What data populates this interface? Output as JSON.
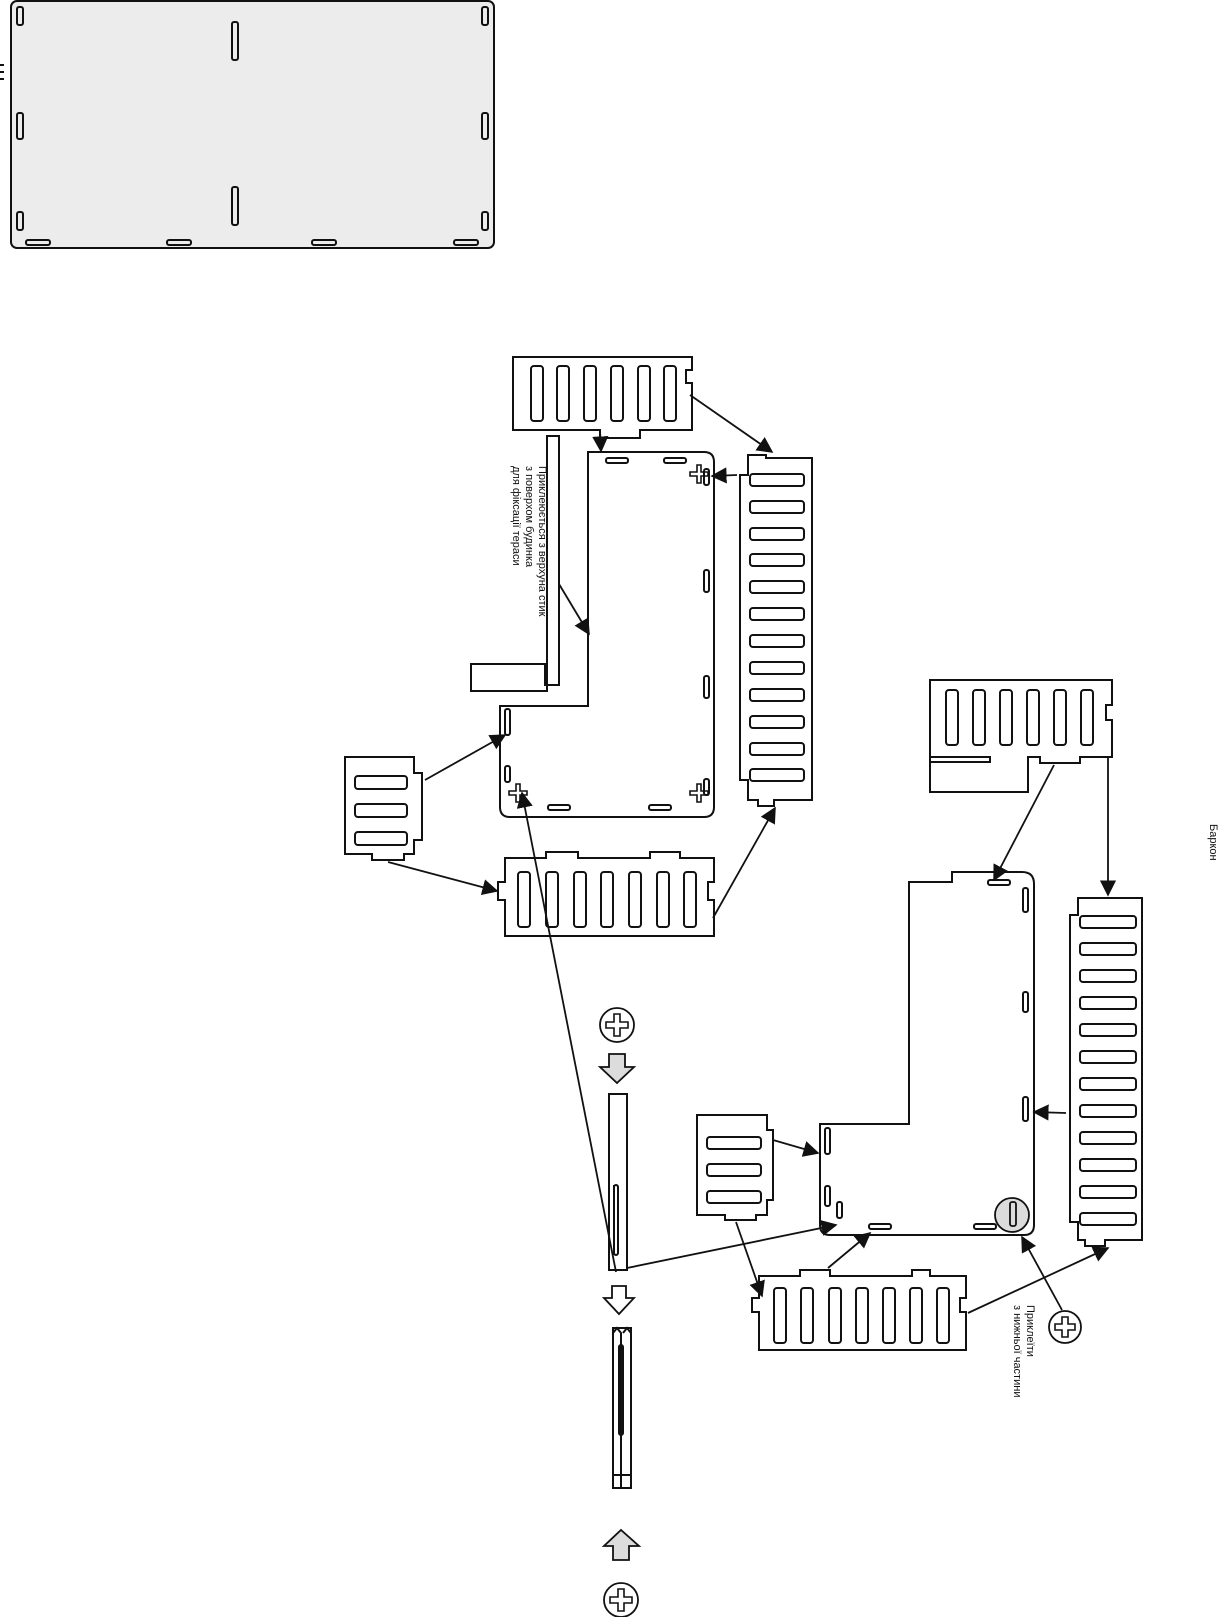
{
  "annotations": {
    "glue_top_line1": "Приклеюється з верхуна стик",
    "glue_top_line2": "з поверхом будинка",
    "glue_top_line3": "для фіксації тераси",
    "glue_bottom_line1": "Приклеїти",
    "glue_bottom_line2": "з нижньої частини",
    "part_name": "Баркон"
  },
  "icons": [
    "plus-marker-icon",
    "arrow-down-icon",
    "arrow-up-icon",
    "glue-spot-icon"
  ],
  "colors": {
    "stroke": "#111111",
    "panel_fill": "#ececec",
    "marker_fill": "#dcdcdc"
  }
}
